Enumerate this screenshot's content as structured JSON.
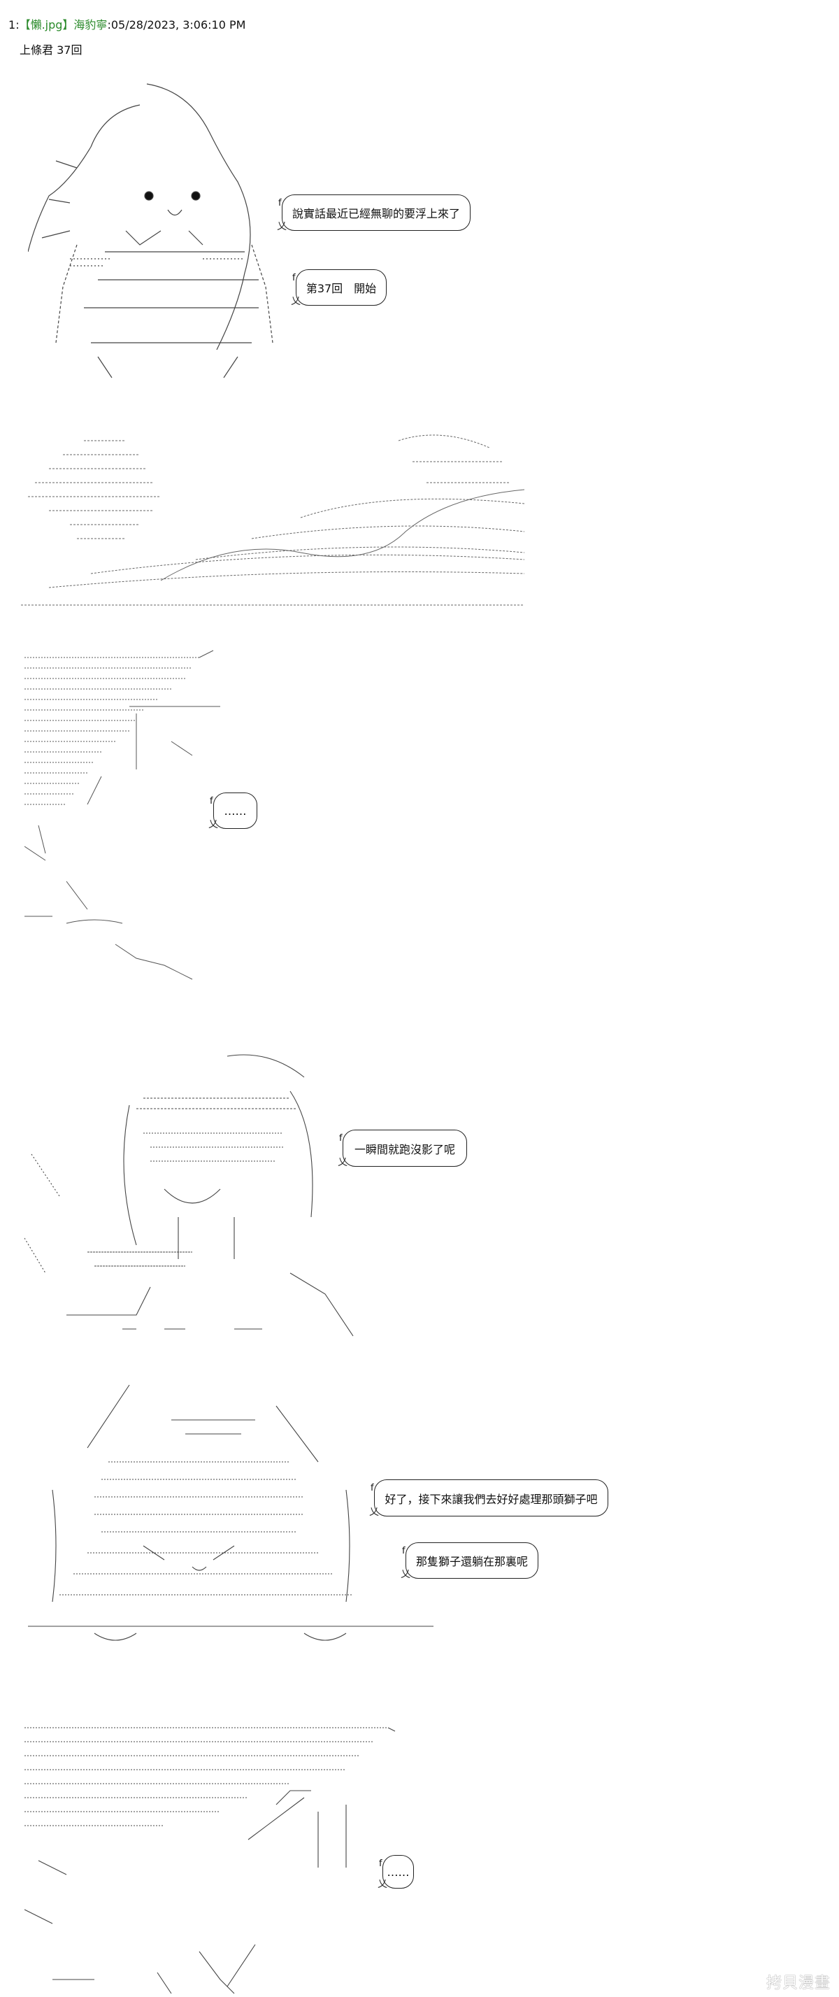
{
  "post": {
    "number": "1",
    "separator": ":",
    "author": "【懶.jpg】海豹寧",
    "timestamp": ":05/28/2023, 3:06:10 PM",
    "title": "上條君 37回"
  },
  "panels": [
    {
      "bubbles": [
        "說實話最近已經無聊的要浮上來了",
        "第37回　開始"
      ]
    },
    {
      "bubbles": []
    },
    {
      "bubbles": [
        "……"
      ]
    },
    {
      "bubbles": [
        "一瞬間就跑沒影了呢"
      ]
    },
    {
      "bubbles": [
        "好了，接下來讓我們去好好處理那頭獅子吧",
        "那隻獅子還躺在那裏呢"
      ]
    },
    {
      "bubbles": [
        "……"
      ]
    }
  ],
  "watermark": "拷貝漫畫"
}
